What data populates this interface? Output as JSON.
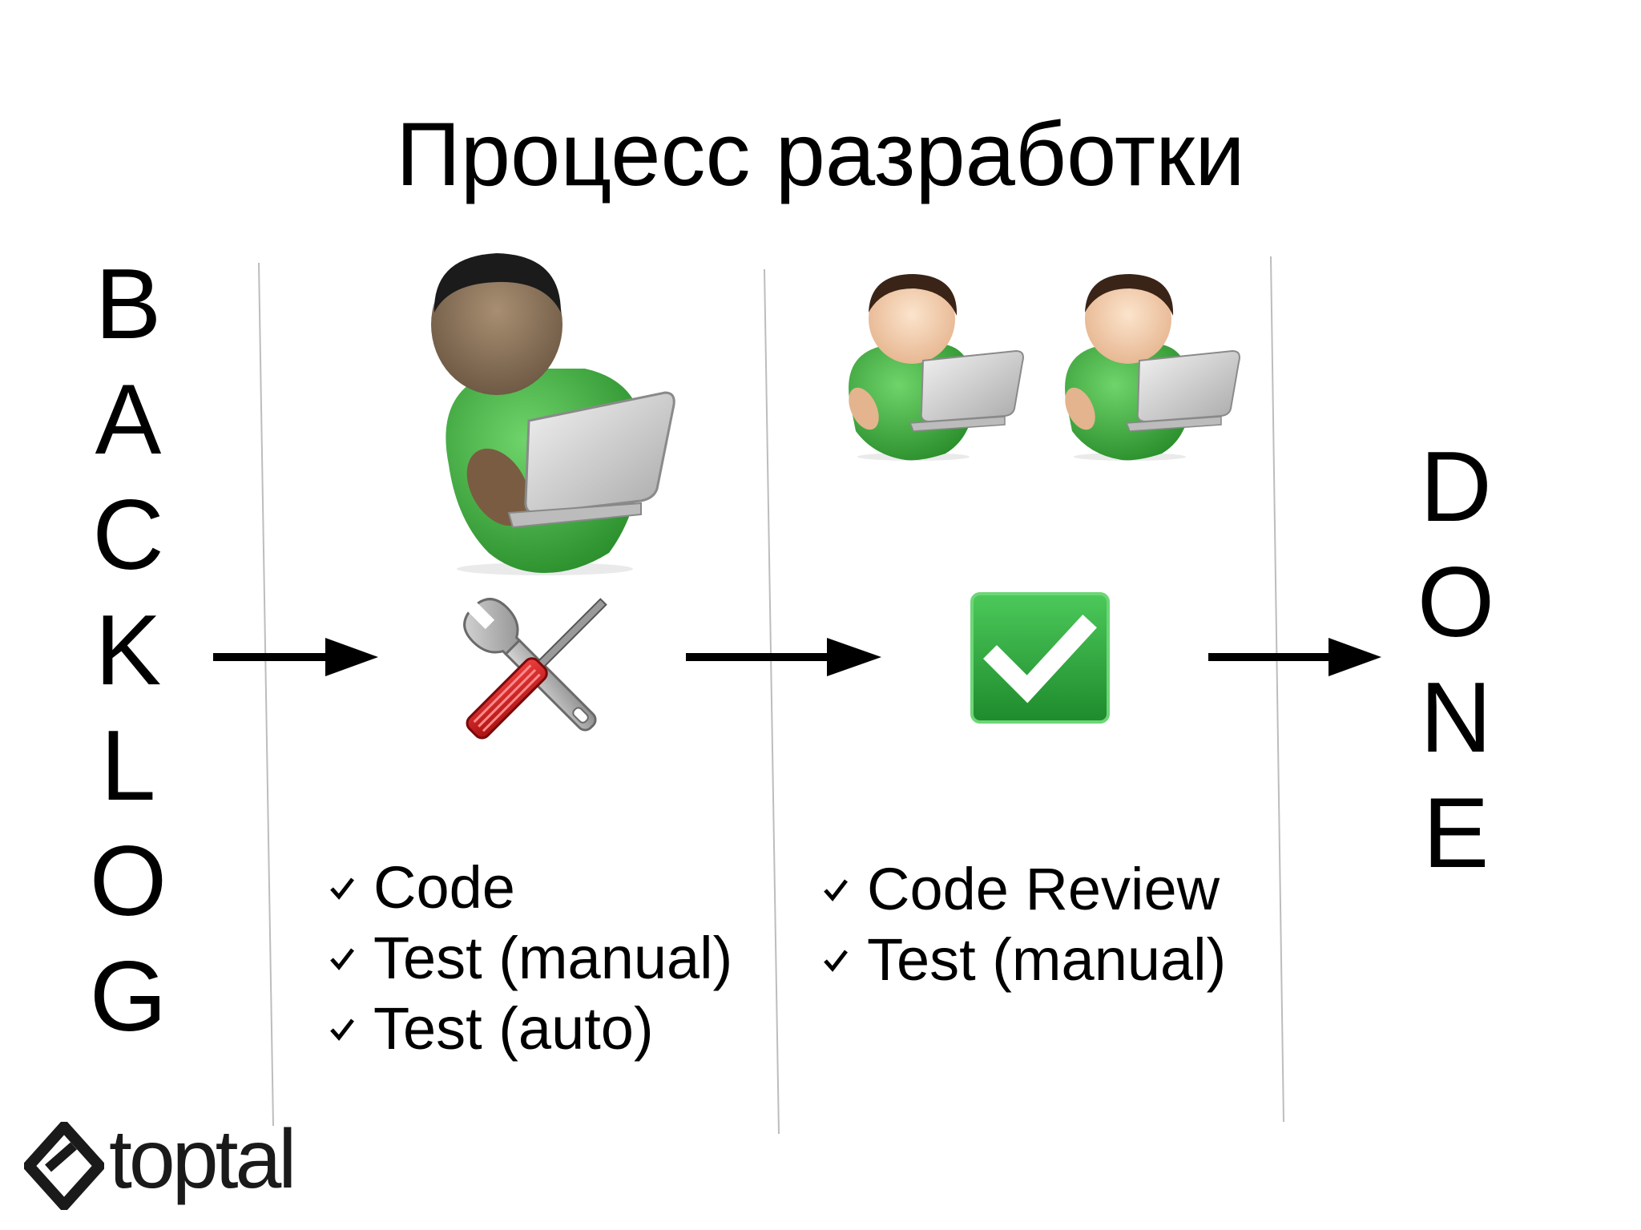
{
  "title": "Процесс разработки",
  "backlog_letters": [
    "B",
    "A",
    "C",
    "K",
    "L",
    "O",
    "G"
  ],
  "done_letters": [
    "D",
    "O",
    "N",
    "E"
  ],
  "stage_dev": {
    "items": [
      "Code",
      "Test (manual)",
      "Test (auto)"
    ]
  },
  "stage_review": {
    "items": [
      "Code Review",
      "Test (manual)"
    ]
  },
  "logo": {
    "text": "toptal"
  },
  "colors": {
    "shirt_green": "#3cab3c",
    "check_box_green": "#2e9e3a",
    "screwdriver_red": "#cc1c1c",
    "wrench_gray": "#a8a8a8",
    "divider_gray": "#bdbdbd"
  },
  "icons": {
    "developer": "developer-with-laptop-icon",
    "reviewers": "reviewer-with-laptop-icon",
    "tools": "wrench-screwdriver-icon",
    "approved": "green-checkbox-icon"
  }
}
